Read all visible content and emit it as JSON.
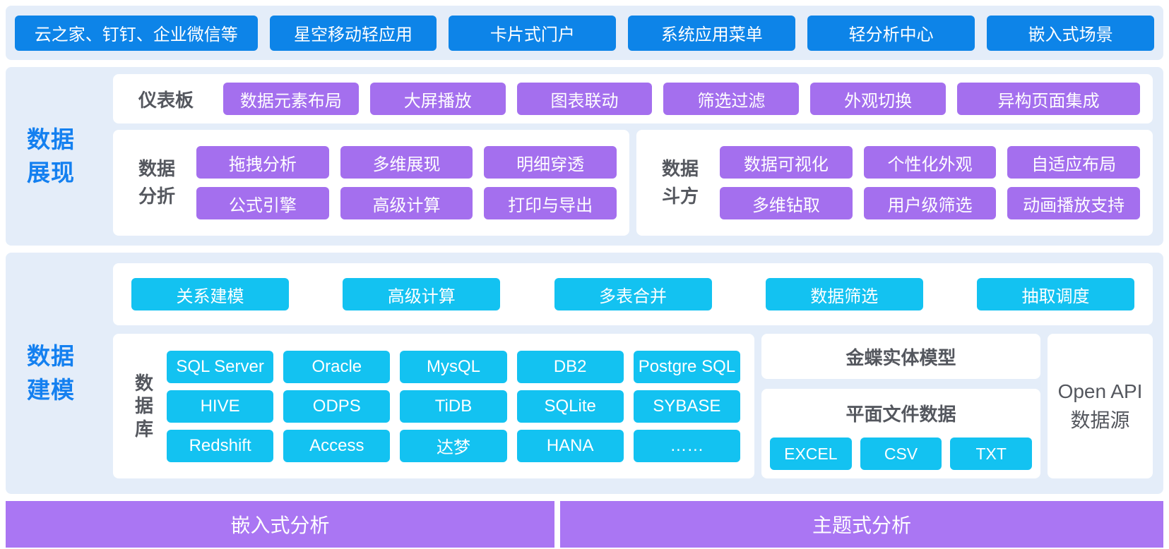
{
  "top_bar": {
    "items": [
      "云之家、钉钉、企业微信等",
      "星空移动轻应用",
      "卡片式门户",
      "系统应用菜单",
      "轻分析中心",
      "嵌入式场景"
    ]
  },
  "presentation": {
    "title_lines": [
      "数据",
      "展现"
    ],
    "dashboard": {
      "label": "仪表板",
      "buttons": [
        "数据元素布局",
        "大屏播放",
        "图表联动",
        "筛选过滤",
        "外观切换",
        "异构页面集成"
      ]
    },
    "analysis": {
      "label_lines": [
        "数据",
        "分折"
      ],
      "buttons": [
        "拖拽分析",
        "多维展现",
        "明细穿透",
        "公式引擎",
        "高级计算",
        "打印与导出"
      ]
    },
    "doufang": {
      "label_lines": [
        "数据",
        "斗方"
      ],
      "buttons": [
        "数据可视化",
        "个性化外观",
        "自适应布局",
        "多维钻取",
        "用户级筛选",
        "动画播放支持"
      ]
    }
  },
  "modeling": {
    "title_lines": [
      "数据",
      "建模"
    ],
    "capabilities": [
      "关系建模",
      "高级计算",
      "多表合并",
      "数据筛选",
      "抽取调度"
    ],
    "database": {
      "label": "数据库",
      "items": [
        "SQL Server",
        "Oracle",
        "MysQL",
        "DB2",
        "Postgre SQL",
        "HIVE",
        "ODPS",
        "TiDB",
        "SQLite",
        "SYBASE",
        "Redshift",
        "Access",
        "达梦",
        "HANA",
        "……"
      ]
    },
    "kingdee_label": "金蝶实体模型",
    "flatfile": {
      "label": "平面文件数据",
      "items": [
        "EXCEL",
        "CSV",
        "TXT"
      ]
    },
    "openapi_lines": [
      "Open API",
      "数据源"
    ]
  },
  "footer": {
    "banners": [
      "嵌入式分析",
      "主题式分析"
    ]
  },
  "colors": {
    "blue": "#0d84e8",
    "purple": "#a46fee",
    "banner_purple": "#aa76f3",
    "cyan": "#13c2f1",
    "band_bg": "#e4edf9",
    "heading": "#1480f0",
    "label": "#54575e"
  }
}
